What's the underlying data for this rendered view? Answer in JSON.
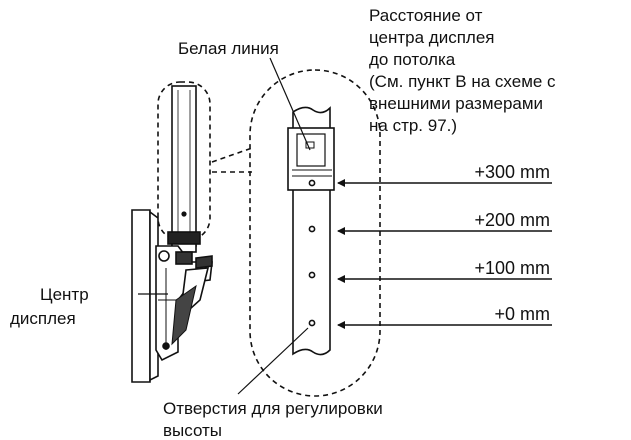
{
  "labels": {
    "distance": [
      "Расстояние от",
      "центра дисплея",
      "до потолка",
      "(См. пункт В на схеме с",
      "внешними размерами",
      "на стр. 97.)"
    ],
    "white_line": "Белая линия",
    "display_center": [
      "Центр",
      "дисплея"
    ],
    "holes": [
      "Отверстия для регулировки",
      "высоты"
    ]
  },
  "heights": [
    {
      "label": "+300 mm",
      "value": 300
    },
    {
      "label": "+200 mm",
      "value": 200
    },
    {
      "label": "+100 mm",
      "value": 100
    },
    {
      "label": "+0 mm",
      "value": 0
    }
  ],
  "colors": {
    "ink": "#111111",
    "background": "#ffffff"
  }
}
